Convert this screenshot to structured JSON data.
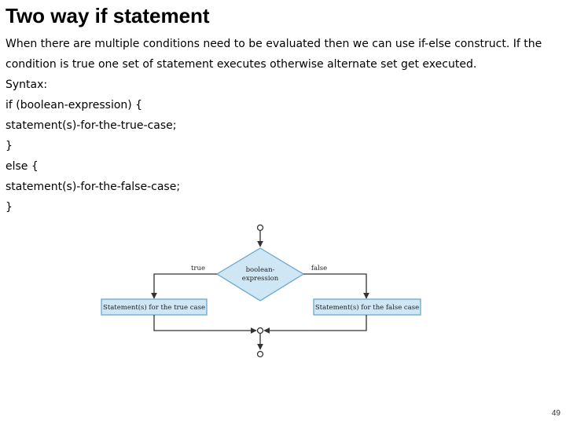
{
  "slide": {
    "title": "Two way if statement",
    "intro": "When there are multiple conditions need to be evaluated then we can use if-else construct. If the condition is true one set of statement executes otherwise alternate set get executed.",
    "syntax_lines": [
      "Syntax:",
      "if (boolean-expression) {",
      "statement(s)-for-the-true-case;",
      "}",
      "else {",
      "statement(s)-for-the-false-case;",
      "}"
    ],
    "page_number": "49"
  },
  "flowchart": {
    "condition_line1": "boolean-",
    "condition_line2": "expression",
    "true_label": "true",
    "false_label": "false",
    "true_box": "Statement(s) for the true case",
    "false_box": "Statement(s) for the false case",
    "colors": {
      "diamond_fill": "#cfe6f5",
      "diamond_stroke": "#6aa8cf",
      "box_fill": "#cfe6f5",
      "box_stroke": "#6aa8cf",
      "line": "#333333"
    }
  }
}
